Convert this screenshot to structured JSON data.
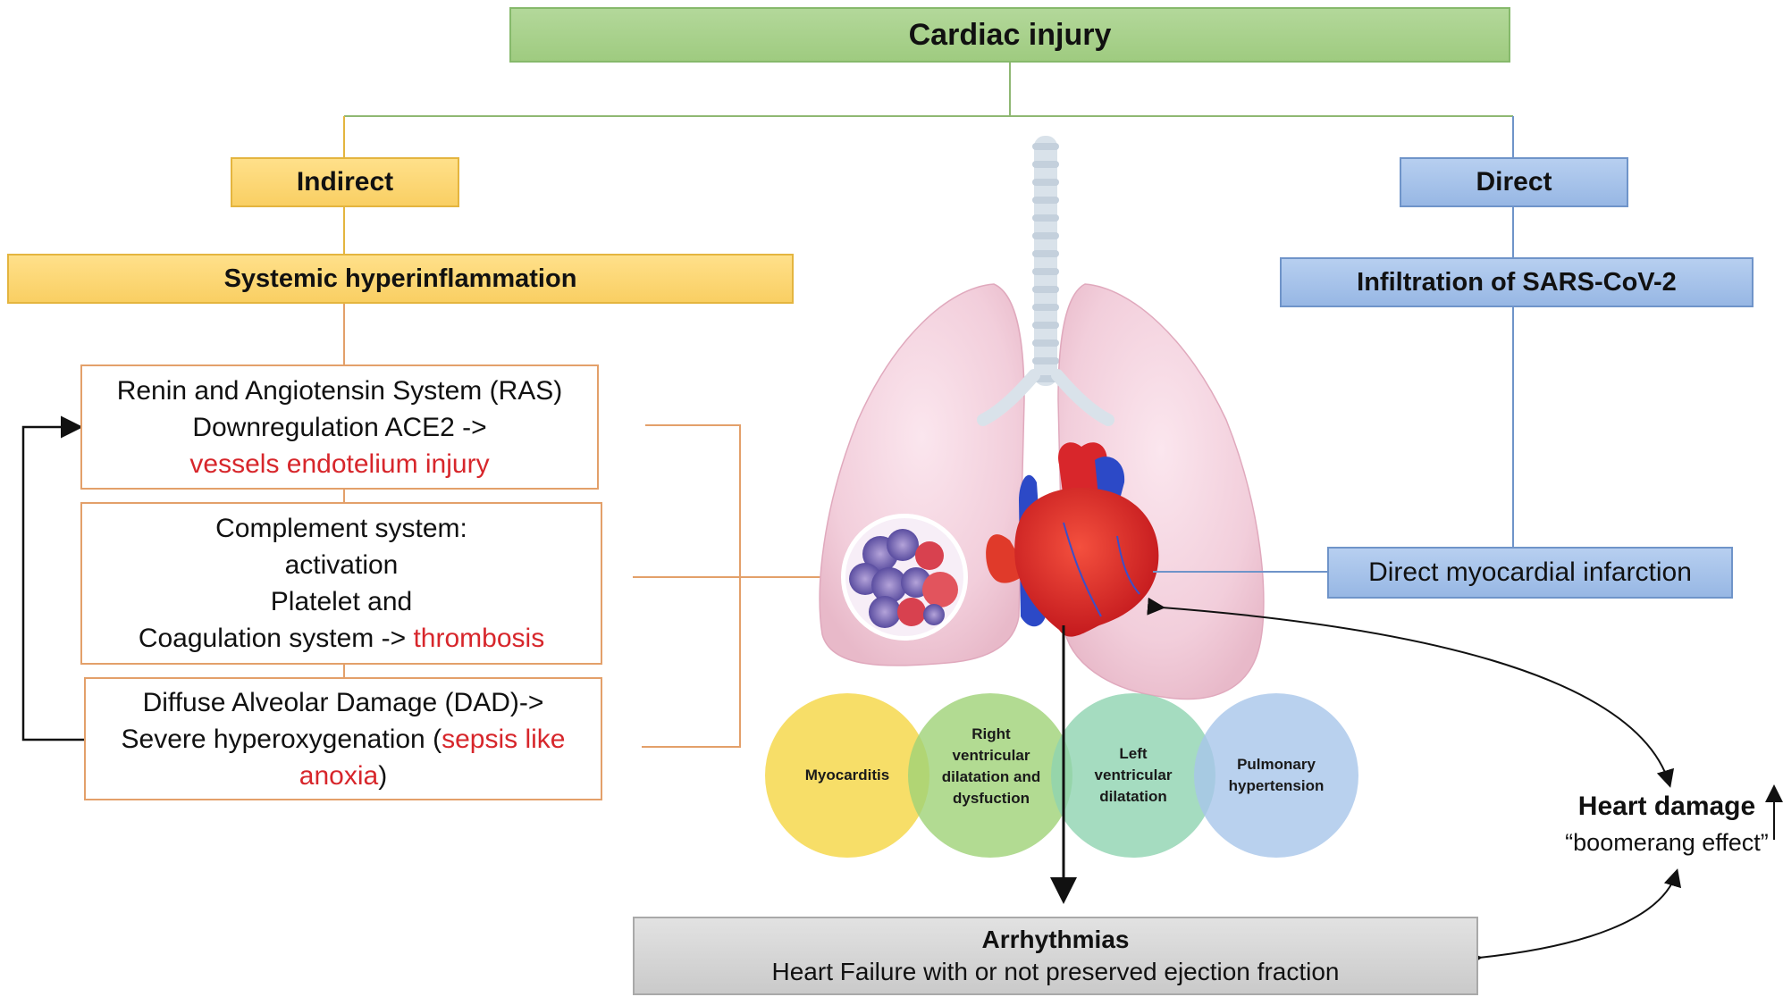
{
  "top": {
    "label": "Cardiac injury"
  },
  "indirect": {
    "label": "Indirect",
    "systemic": "Systemic hyperinflammation",
    "ras": {
      "line1": "Renin and Angiotensin System (RAS)",
      "line2": "Downregulation ACE2 ->",
      "line3_red": "vessels endotelium injury"
    },
    "complement": {
      "line1": "Complement system:",
      "line2": "activation",
      "line3": "Platelet and",
      "line4_prefix": "Coagulation system -> ",
      "line4_red": "thrombosis"
    },
    "dad": {
      "line1": "Diffuse Alveolar Damage (DAD)->",
      "line2_prefix": "Severe hyperoxygenation (",
      "line2_red": "sepsis like",
      "line3_red": "anoxia",
      "line3_suffix": ")"
    }
  },
  "direct": {
    "label": "Direct",
    "infiltration": "Infiltration of  SARS-CoV-2",
    "infarction": "Direct myocardial infarction"
  },
  "circles": [
    {
      "label": "Myocarditis",
      "color": "#f6d84e"
    },
    {
      "label": "Right ventricular dilatation and dysfuction",
      "color": "#9fd277"
    },
    {
      "label": "Left ventricular dilatation",
      "color": "#8ed3b0"
    },
    {
      "label": "Pulmonary hypertension",
      "color": "#a7c6ea"
    }
  ],
  "heart_damage": {
    "title": "Heart damage",
    "subtitle": "“boomerang effect”"
  },
  "bottom": {
    "title": "Arrhythmias",
    "subtitle": "Heart Failure with or not  preserved ejection fraction"
  }
}
